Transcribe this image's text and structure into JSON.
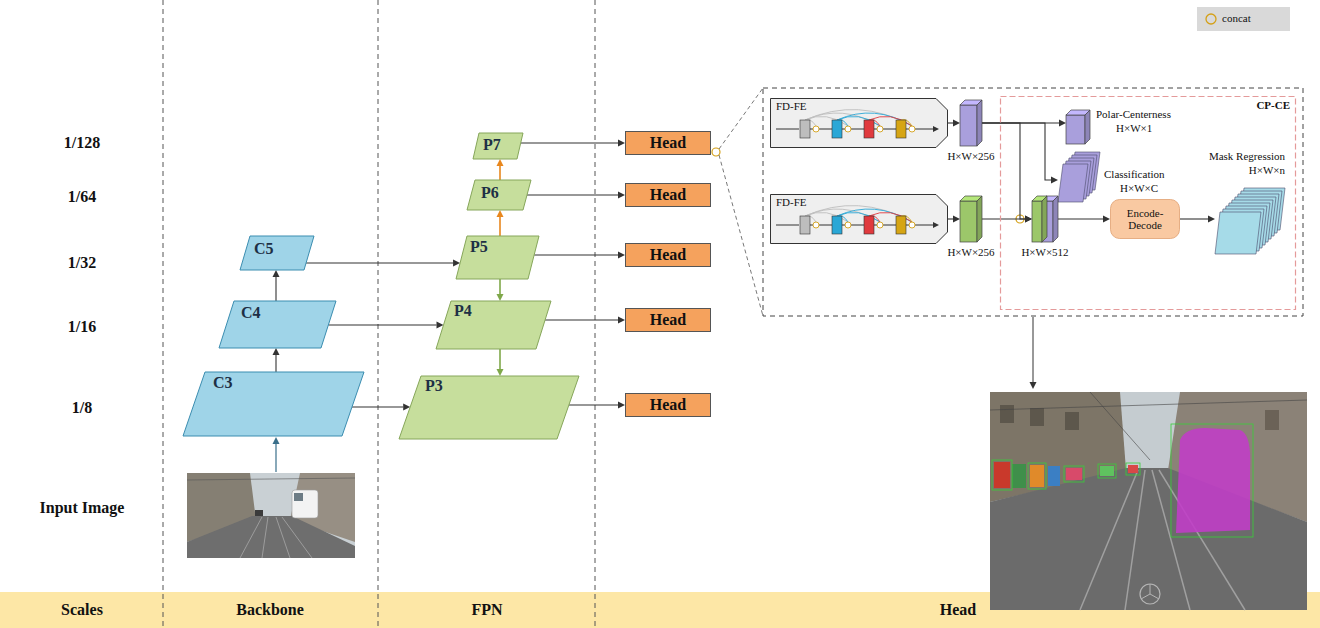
{
  "diagram": {
    "nodes": [
      {
        "text": [
          "C5"
        ]
      },
      {
        "text": [
          "C4"
        ]
      },
      {
        "text": [
          "C3"
        ]
      },
      {
        "text": [
          "P7"
        ]
      },
      {
        "text": [
          "P6"
        ]
      },
      {
        "text": [
          "P5"
        ]
      },
      {
        "text": [
          "P4"
        ]
      },
      {
        "text": [
          "P3"
        ]
      },
      {
        "text": [
          "Head"
        ]
      },
      {
        "text": [
          "Head"
        ]
      },
      {
        "text": [
          "Head"
        ]
      },
      {
        "text": [
          "Head"
        ]
      },
      {
        "text": [
          "Head"
        ]
      },
      {
        "text": [
          "FD-FE"
        ]
      },
      {
        "text": [
          "H×W×256"
        ]
      },
      {
        "text": [
          "FD-FE"
        ]
      },
      {
        "text": [
          "H×W×256"
        ]
      },
      {
        "text": [
          "CP-CE"
        ]
      },
      {
        "text": [
          "Polar-Centerness",
          "H×W×1"
        ],
        "in": 17
      },
      {
        "text": [
          "Classification",
          "H×W×C"
        ],
        "in": 17
      },
      {
        "text": [
          "H×W×512"
        ],
        "in": 17
      },
      {
        "text": [
          "Encode-Decode"
        ],
        "in": 17
      },
      {
        "text": [
          "Mask Regression",
          "H×W×n"
        ],
        "in": 17
      }
    ],
    "edges": [
      {
        "from": 2,
        "to": 1,
        "arrow": "to"
      },
      {
        "from": 1,
        "to": 0,
        "arrow": "to"
      },
      {
        "from": 0,
        "to": 5,
        "arrow": "to"
      },
      {
        "from": 1,
        "to": 6,
        "arrow": "to"
      },
      {
        "from": 2,
        "to": 7,
        "arrow": "to"
      },
      {
        "from": 5,
        "to": 4,
        "arrow": "to"
      },
      {
        "from": 4,
        "to": 3,
        "arrow": "to"
      },
      {
        "from": 5,
        "to": 6,
        "arrow": "to"
      },
      {
        "from": 6,
        "to": 7,
        "arrow": "to"
      },
      {
        "from": 3,
        "to": 8,
        "arrow": "to"
      },
      {
        "from": 4,
        "to": 9,
        "arrow": "to"
      },
      {
        "from": 5,
        "to": 10,
        "arrow": "to"
      },
      {
        "from": 6,
        "to": 11,
        "arrow": "to"
      },
      {
        "from": 7,
        "to": 12,
        "arrow": "to"
      },
      {
        "from": 13,
        "to": 14,
        "arrow": "to"
      },
      {
        "from": 15,
        "to": 16,
        "arrow": "to"
      },
      {
        "from": 14,
        "to": 18,
        "arrow": "to"
      },
      {
        "from": 14,
        "to": 19,
        "arrow": "to"
      },
      {
        "from": 14,
        "to": 20,
        "arrow": "to"
      },
      {
        "from": 16,
        "to": 20,
        "arrow": "to"
      },
      {
        "from": 20,
        "to": 21,
        "arrow": "to"
      },
      {
        "from": 21,
        "to": 22,
        "arrow": "to"
      }
    ],
    "labels": [
      "1/128",
      "1/64",
      "1/32",
      "1/16",
      "1/8",
      "Input Image",
      "Scales",
      "Backbone",
      "FPN",
      "Head"
    ],
    "legend": [
      {
        "text": "concat"
      }
    ]
  }
}
